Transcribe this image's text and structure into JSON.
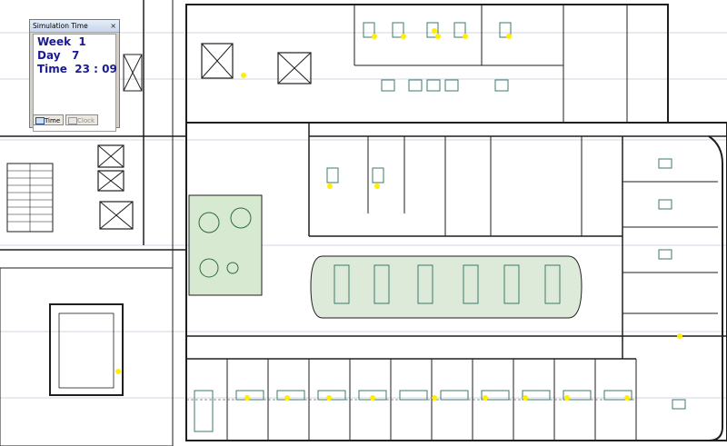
{
  "simulation_window": {
    "title": "Simulation Time",
    "close_symbol": "×",
    "week_line": "Week  1",
    "day_line": "Day   7",
    "time_line": "Time  23 : 09",
    "buttons": {
      "time_label": "Time",
      "clock_label": "Clock"
    }
  },
  "colors": {
    "line": "#1e1e1e",
    "equipment": "#3c7a6a",
    "marker": "#ffee00",
    "garden": "#d8e9d2",
    "lounge": "#dde9d9",
    "grid": "#9ab0c8"
  },
  "icons": [
    "close-icon",
    "time-button-icon",
    "clock-button-icon"
  ]
}
